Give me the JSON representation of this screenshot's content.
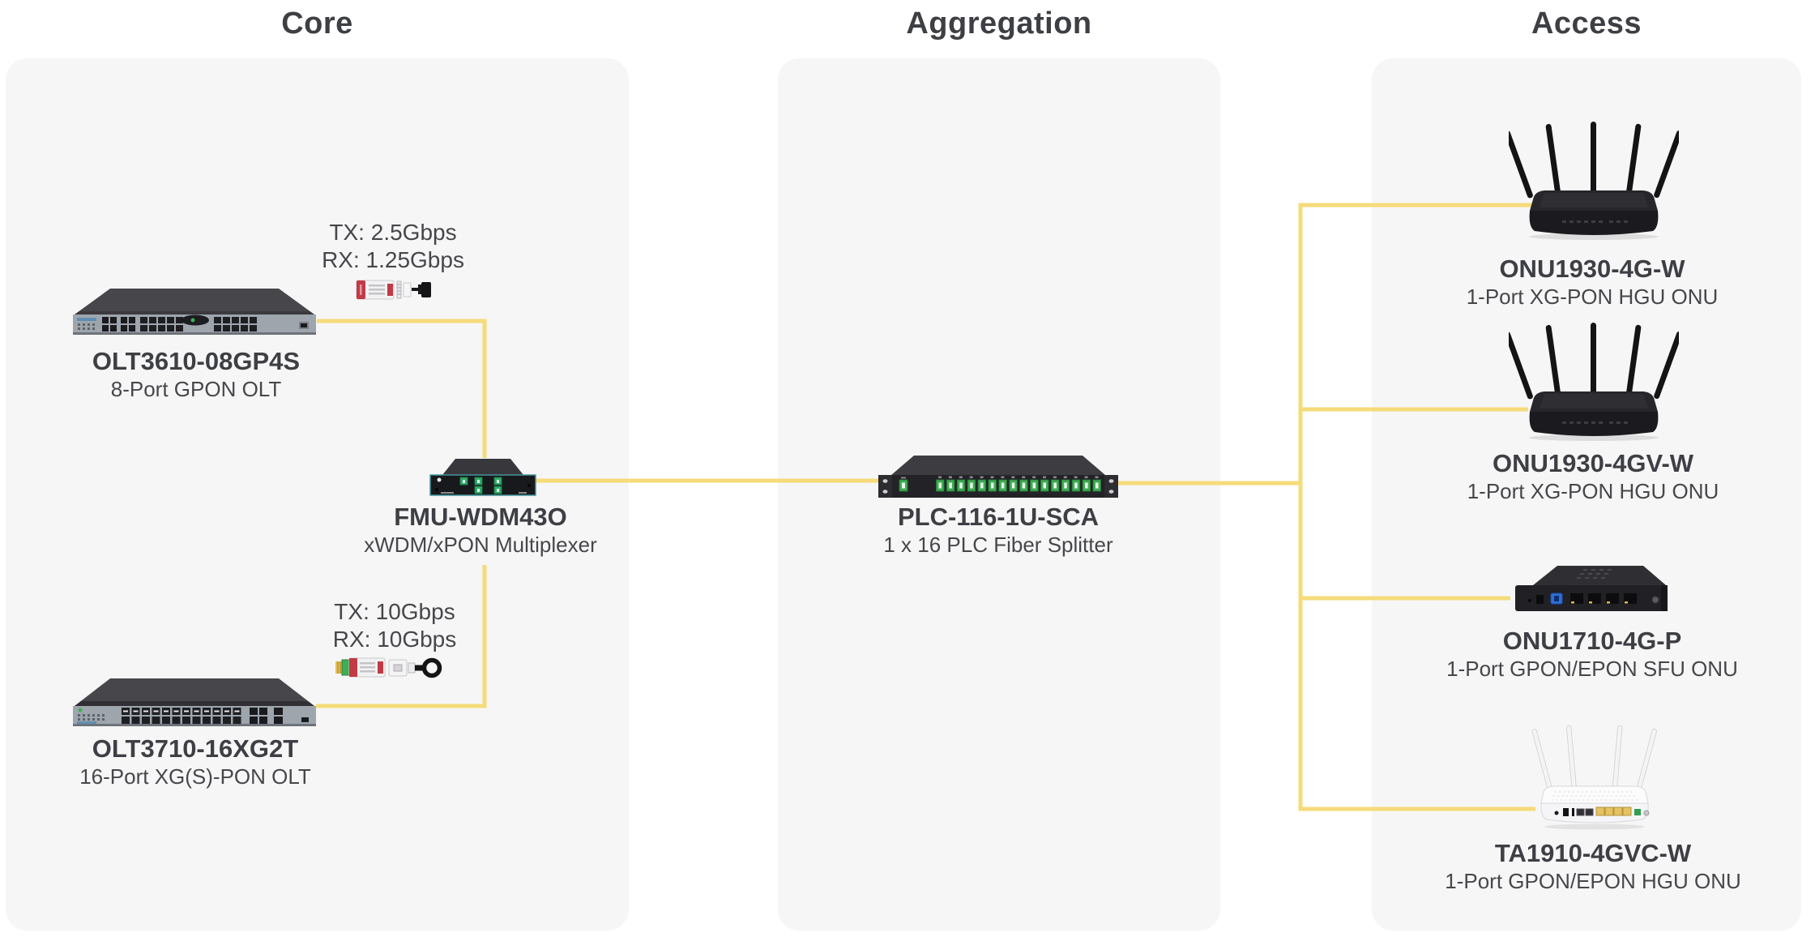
{
  "colors": {
    "connection_line": "#F6DB79",
    "panel_bg": "#F6F6F6",
    "heading_text": "#3E3F44",
    "body_text": "#46474B"
  },
  "sections": {
    "core": {
      "title": "Core"
    },
    "aggregation": {
      "title": "Aggregation"
    },
    "access": {
      "title": "Access"
    }
  },
  "core": {
    "olt_gpon": {
      "name": "OLT3610-08GP4S",
      "desc": "8-Port GPON OLT"
    },
    "gpon_link": {
      "tx": "TX: 2.5Gbps",
      "rx": "RX: 1.25Gbps"
    },
    "mux": {
      "name": "FMU-WDM43O",
      "desc": "xWDM/xPON Multiplexer"
    },
    "olt_xgspon": {
      "name": "OLT3710-16XG2T",
      "desc": "16-Port XG(S)-PON OLT"
    },
    "xgspon_link": {
      "tx": "TX: 10Gbps",
      "rx": "RX: 10Gbps"
    }
  },
  "aggregation": {
    "splitter": {
      "name": "PLC-116-1U-SCA",
      "desc": "1 x 16 PLC Fiber Splitter"
    }
  },
  "access": {
    "onus": [
      {
        "name": "ONU1930-4G-W",
        "desc": "1-Port XG-PON HGU ONU"
      },
      {
        "name": "ONU1930-4GV-W",
        "desc": "1-Port XG-PON HGU ONU"
      },
      {
        "name": "ONU1710-4G-P",
        "desc": "1-Port GPON/EPON SFU ONU"
      },
      {
        "name": "TA1910-4GVC-W",
        "desc": "1-Port GPON/EPON HGU ONU"
      }
    ]
  }
}
